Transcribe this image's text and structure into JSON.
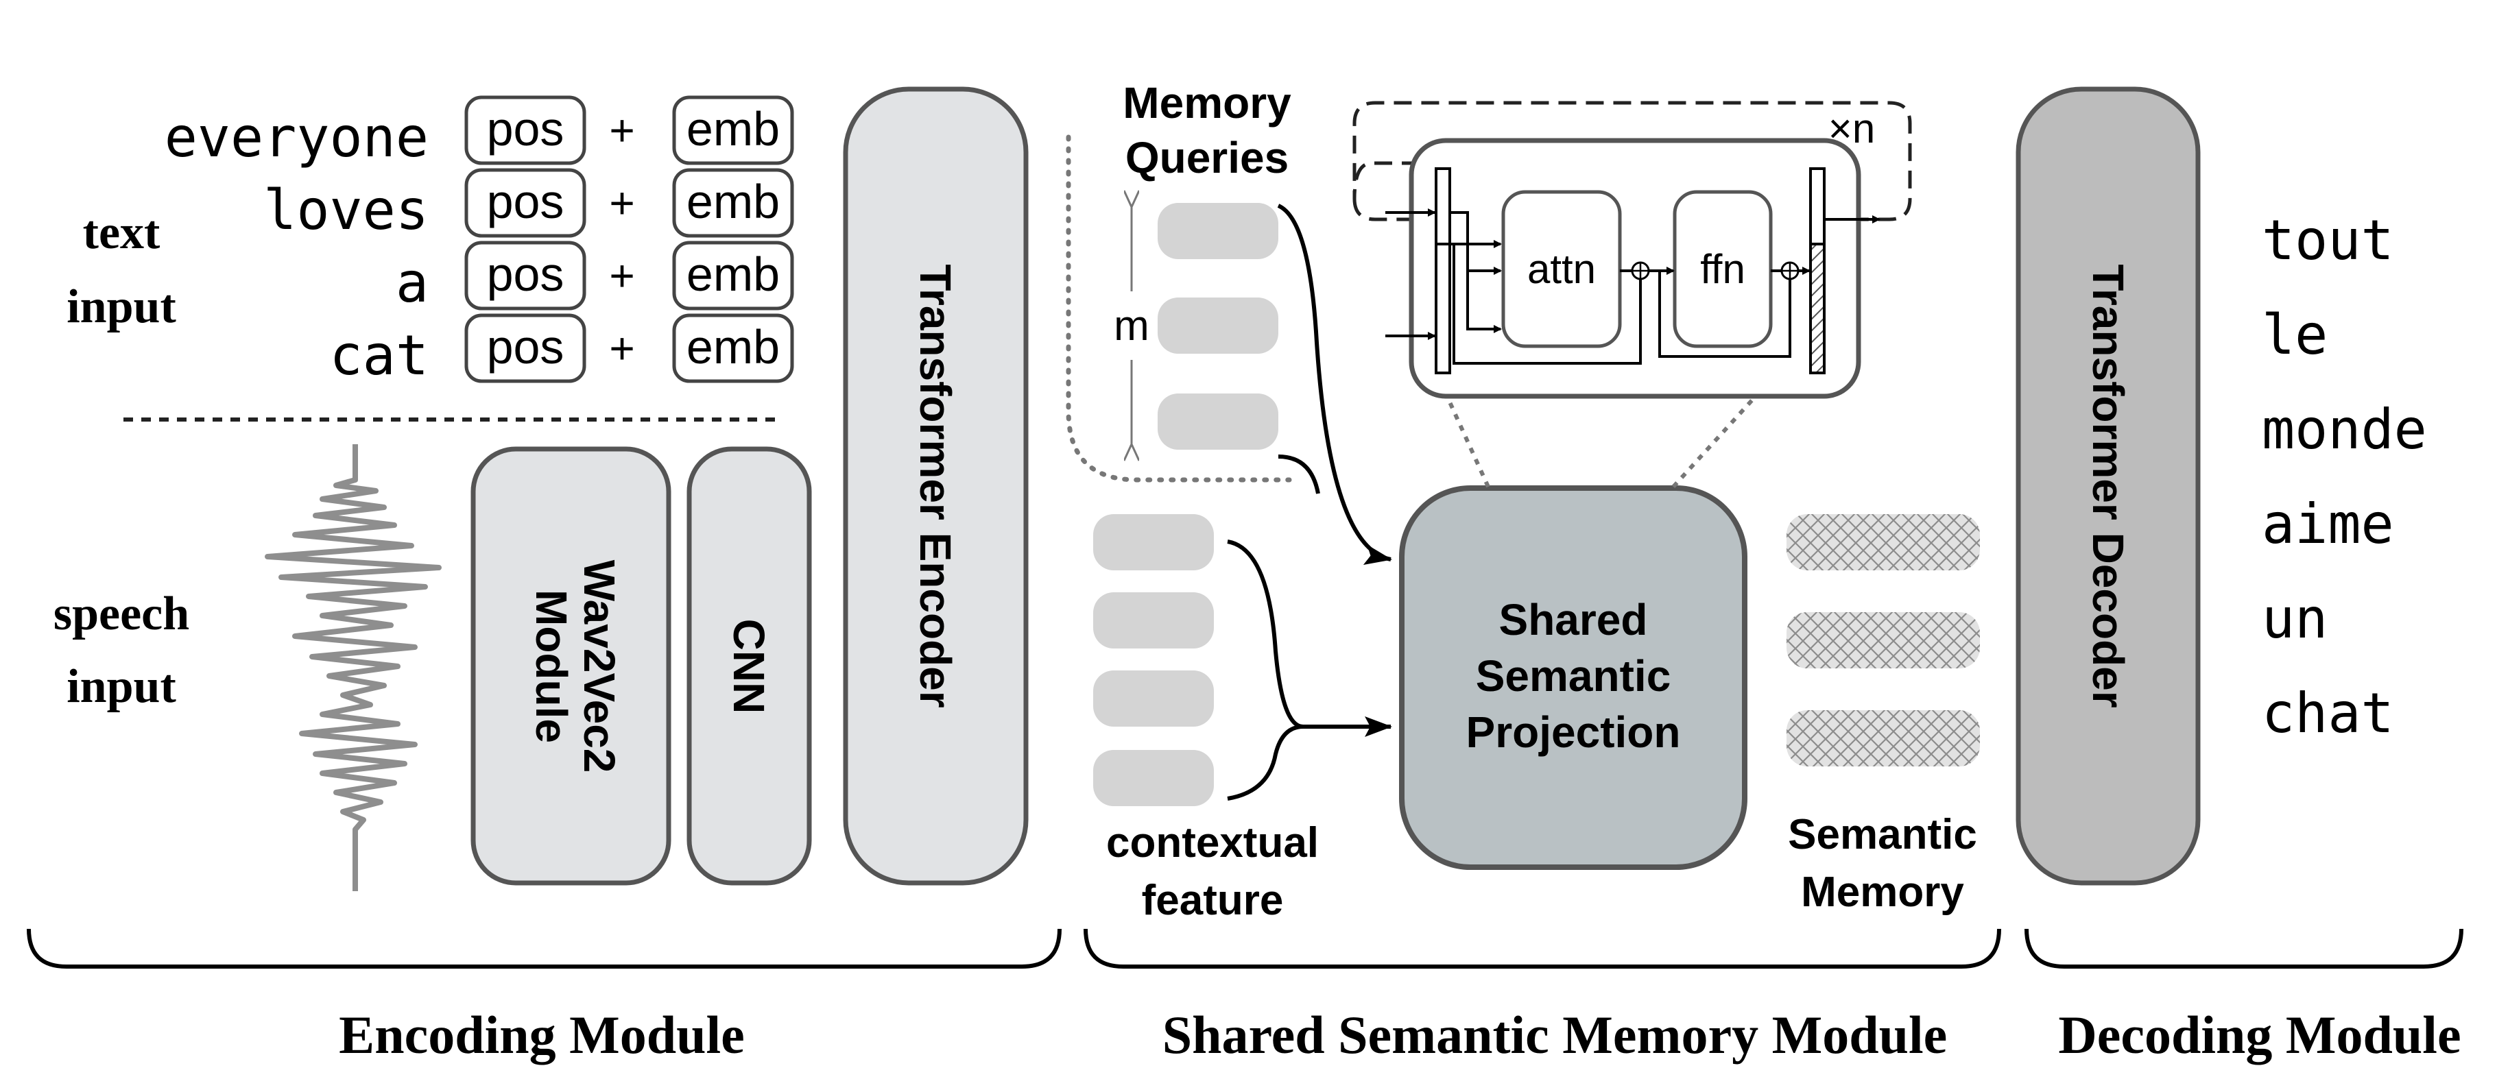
{
  "text_input": {
    "label_line1": "text",
    "label_line2": "input",
    "words": [
      "everyone",
      "loves",
      "a",
      "cat"
    ],
    "pos_label": "pos",
    "plus": "+",
    "emb_label": "emb"
  },
  "speech_input": {
    "label_line1": "speech",
    "label_line2": "input"
  },
  "encoding": {
    "wav2vec_line1": "Wav2Vec2",
    "wav2vec_line2": "Module",
    "cnn": "CNN",
    "transformer_encoder": "Transformer Encoder",
    "module_label": "Encoding Module"
  },
  "memory": {
    "queries_line1": "Memory",
    "queries_line2": "Queries",
    "m_label": "m",
    "contextual_line1": "contextual",
    "contextual_line2": "feature",
    "projection_line1": "Shared",
    "projection_line2": "Semantic",
    "projection_line3": "Projection",
    "semantic_line1": "Semantic",
    "semantic_line2": "Memory",
    "attn": "attn",
    "ffn": "ffn",
    "repeat": "×n",
    "module_label": "Shared Semantic Memory Module"
  },
  "decoding": {
    "transformer_decoder": "Transformer Decoder",
    "output_words": [
      "tout",
      "le",
      "monde",
      "aime",
      "un",
      "chat"
    ],
    "module_label": "Decoding Module"
  },
  "colors": {
    "box_light": "#e1e3e5",
    "box_border": "#666666",
    "query_fill": "#d4d4d4",
    "projection_fill": "#b9c1c4",
    "decoder_fill": "#bcbcbc",
    "line": "#000000"
  }
}
